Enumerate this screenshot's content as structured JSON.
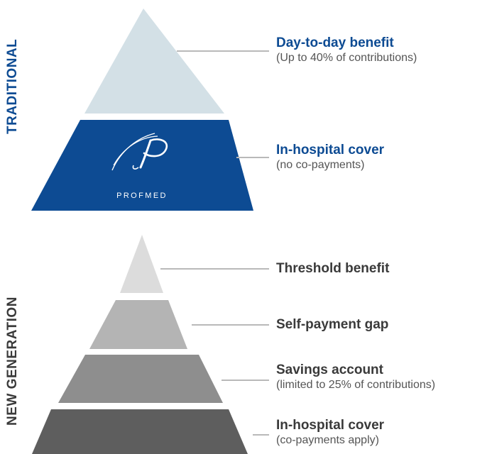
{
  "colors": {
    "traditional_accent": "#0d4b93",
    "traditional_top": "#d3e0e6",
    "traditional_base": "#0d4b93",
    "newgen_label": "#3a3a3a",
    "newgen_tier1": "#dcdcdc",
    "newgen_tier2": "#b4b4b4",
    "newgen_tier3": "#8e8e8e",
    "newgen_tier4": "#5e5e5e",
    "connector": "#b9b9b9"
  },
  "traditional": {
    "label": "TRADITIONAL",
    "logo": {
      "text": "PROFMED",
      "icon": "profmed-monogram-logo"
    },
    "tiers": [
      {
        "title": "Day-to-day benefit",
        "note": "(Up to 40% of contributions)"
      },
      {
        "title": "In-hospital cover",
        "note": "(no co-payments)"
      }
    ]
  },
  "new_generation": {
    "label": "NEW GENERATION",
    "tiers": [
      {
        "title": "Threshold benefit",
        "note": ""
      },
      {
        "title": "Self-payment gap",
        "note": ""
      },
      {
        "title": "Savings account",
        "note": "(limited to 25% of contributions)"
      },
      {
        "title": "In-hospital cover",
        "note": "(co-payments apply)"
      }
    ]
  }
}
